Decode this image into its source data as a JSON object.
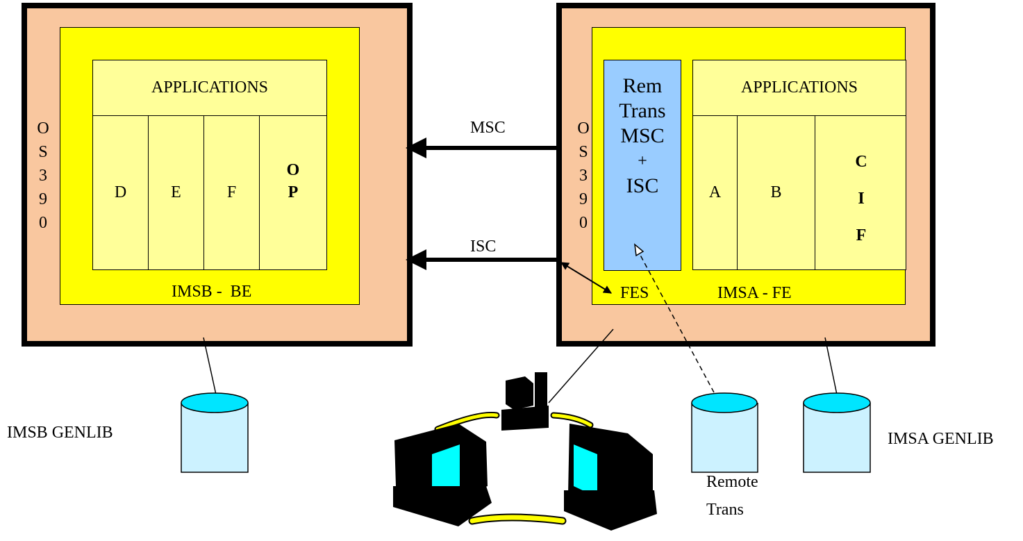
{
  "imsb": {
    "os_letters": [
      "O",
      "S",
      "3",
      "9",
      "0"
    ],
    "applications_label": "APPLICATIONS",
    "apps": [
      "D",
      "E",
      "F"
    ],
    "op_letters": [
      "O",
      "P"
    ],
    "region_label": "IMSB -  BE",
    "genlib_label": "IMSB GENLIB"
  },
  "imsa": {
    "os_letters": [
      "O",
      "S",
      "3",
      "9",
      "0"
    ],
    "applications_label": "APPLICATIONS",
    "apps": [
      "A",
      "B"
    ],
    "cif_letters": [
      "C",
      "I",
      "F"
    ],
    "rem_lines": [
      "Rem",
      "Trans",
      "MSC",
      "+",
      "ISC"
    ],
    "fes_label": "FES",
    "region_label": "IMSA - FE",
    "genlib_label": "IMSA GENLIB"
  },
  "links": {
    "msc_label": "MSC",
    "isc_label": "ISC"
  },
  "remote": {
    "line1": "Remote",
    "line2": "Trans"
  },
  "colors": {
    "system_box": "#f9c79f",
    "ims_region": "#ffff00",
    "cells": "#ffff99",
    "rem_box": "#99ccff",
    "cylinder_body": "#ccf2ff",
    "cylinder_top": "#00e5ff",
    "screen": "#00ffff",
    "ring": "#ffff00"
  },
  "icons": [
    "database-cylinder-icon",
    "terminal-icon",
    "monitor-icon"
  ]
}
